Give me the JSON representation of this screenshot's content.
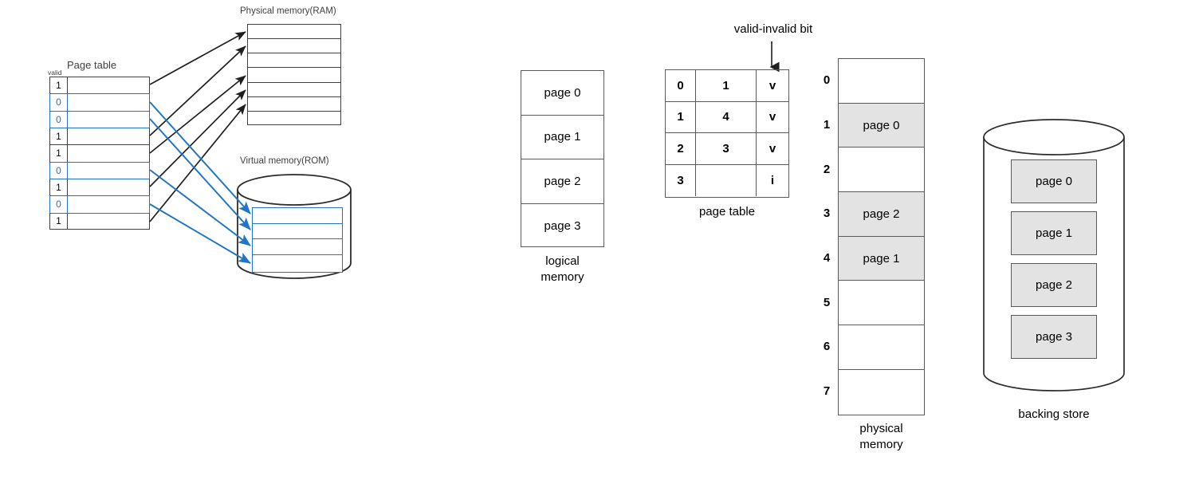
{
  "left_diagram": {
    "page_table": {
      "title": "Page table",
      "valid_column_label": "valid",
      "rows": [
        {
          "valid": "1"
        },
        {
          "valid": "0"
        },
        {
          "valid": "0"
        },
        {
          "valid": "1"
        },
        {
          "valid": "1"
        },
        {
          "valid": "0"
        },
        {
          "valid": "1"
        },
        {
          "valid": "0"
        },
        {
          "valid": "1"
        }
      ]
    },
    "physical_memory": {
      "title": "Physical memory(RAM)",
      "row_count": 7
    },
    "virtual_memory": {
      "title": "Virtual memory(ROM)",
      "row_count": 4
    },
    "arrow_colors": {
      "valid": "#1f1f1f",
      "invalid": "#2275c4"
    }
  },
  "right_diagram": {
    "logical_memory": {
      "label_line1": "logical",
      "label_line2": "memory",
      "cells": [
        "page 0",
        "page 1",
        "page 2",
        "page 3"
      ]
    },
    "page_table": {
      "label": "page table",
      "annotation": "valid-invalid bit",
      "rows": [
        {
          "page": "0",
          "frame": "1",
          "bit": "v"
        },
        {
          "page": "1",
          "frame": "4",
          "bit": "v"
        },
        {
          "page": "2",
          "frame": "3",
          "bit": "v"
        },
        {
          "page": "3",
          "frame": "",
          "bit": "i"
        }
      ]
    },
    "physical_memory": {
      "label_line1": "physical",
      "label_line2": "memory",
      "frames": [
        {
          "index": "0",
          "content": "",
          "filled": false
        },
        {
          "index": "1",
          "content": "page 0",
          "filled": true
        },
        {
          "index": "2",
          "content": "",
          "filled": false
        },
        {
          "index": "3",
          "content": "page 2",
          "filled": true
        },
        {
          "index": "4",
          "content": "page 1",
          "filled": true
        },
        {
          "index": "5",
          "content": "",
          "filled": false
        },
        {
          "index": "6",
          "content": "",
          "filled": false
        },
        {
          "index": "7",
          "content": "",
          "filled": false
        }
      ]
    },
    "backing_store": {
      "label": "backing store",
      "pages": [
        "page 0",
        "page 1",
        "page 2",
        "page 3"
      ]
    }
  },
  "colors": {
    "accent_blue": "#2275c4",
    "outline_gray": "#595959",
    "fill_gray": "#e3e3e3",
    "title_gray": "#3f3f3f"
  }
}
